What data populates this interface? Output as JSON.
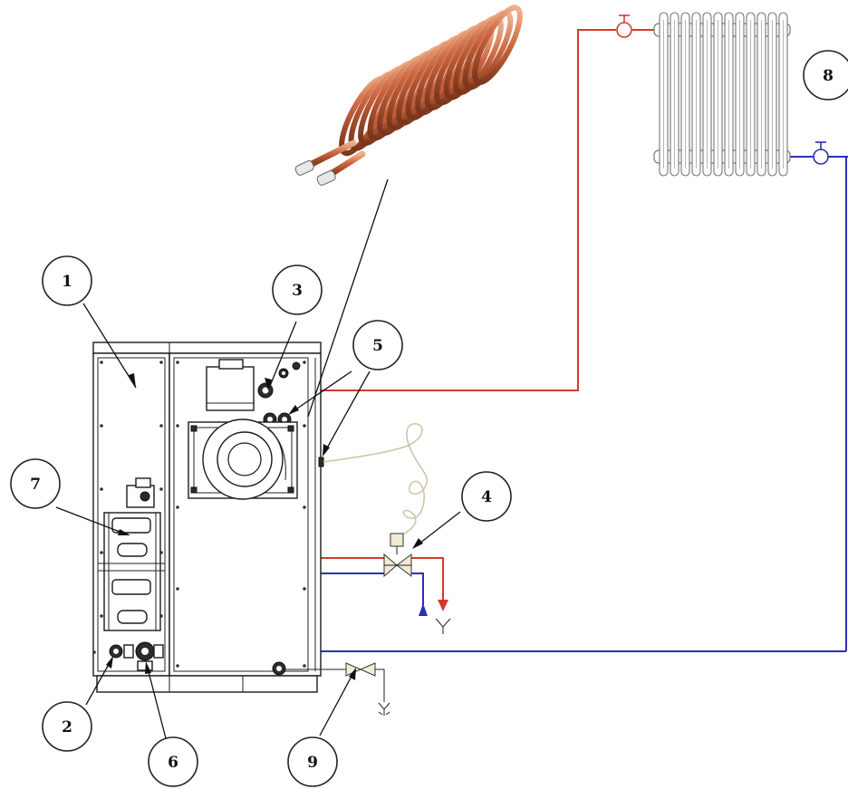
{
  "callouts": [
    {
      "id": "1",
      "label": "1"
    },
    {
      "id": "2",
      "label": "2"
    },
    {
      "id": "3",
      "label": "3"
    },
    {
      "id": "4",
      "label": "4"
    },
    {
      "id": "5",
      "label": "5"
    },
    {
      "id": "6",
      "label": "6"
    },
    {
      "id": "7",
      "label": "7"
    },
    {
      "id": "8",
      "label": "8"
    },
    {
      "id": "9",
      "label": "9"
    }
  ],
  "colors": {
    "supply_pipe": "#d23a2e",
    "return_pipe": "#2b2fb8",
    "coil_copper": "#c8643e",
    "sensor_capillary": "#cfc6a8",
    "valve_fill": "#f1ecd6",
    "outline": "#1b1b1b"
  },
  "icons": {
    "coil": "copper-coil-icon",
    "radiator": "radiator-icon",
    "thermostatic_valve": "thermostatic-valve-icon",
    "drain_valve": "drain-valve-icon",
    "pump": "circulation-pump-icon"
  }
}
